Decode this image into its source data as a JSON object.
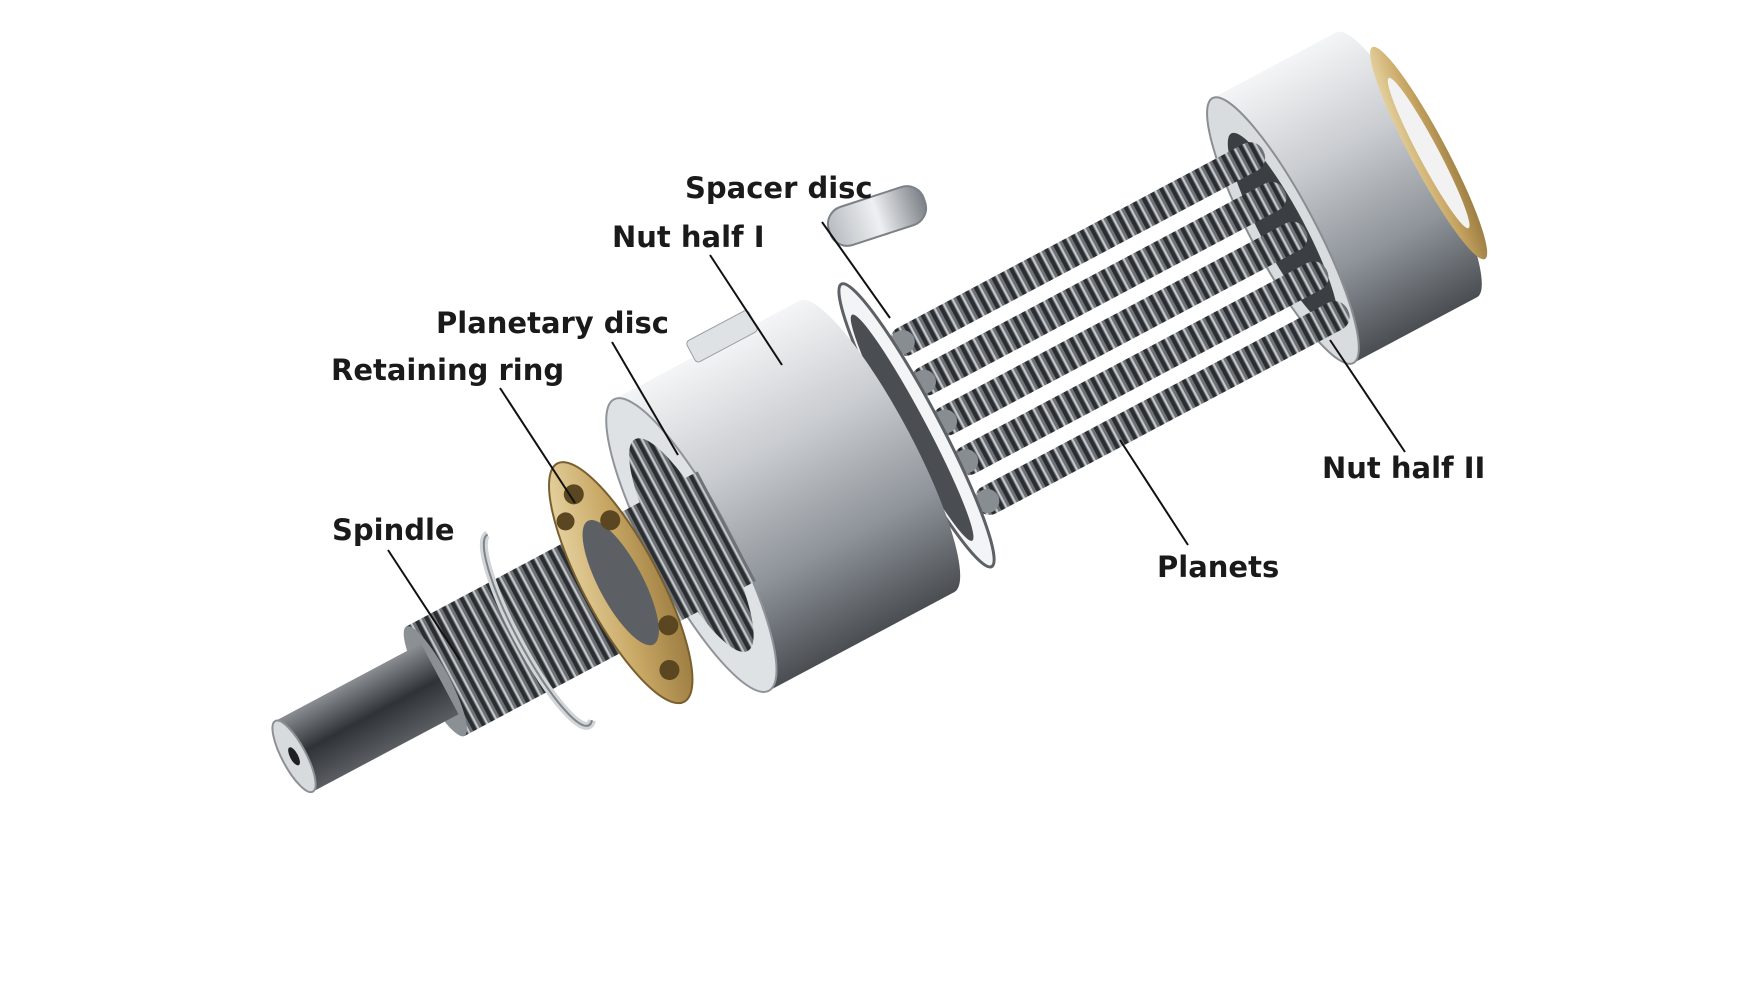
{
  "labels": {
    "spacer_disc": "Spacer disc",
    "nut_half_1": "Nut half I",
    "planetary_disc": "Planetary disc",
    "retaining_ring": "Retaining ring",
    "spindle": "Spindle",
    "planets": "Planets",
    "nut_half_2": "Nut half II"
  },
  "colors": {
    "steel_light": "#e6e8ea",
    "steel_mid": "#a9adb2",
    "steel_dark": "#3e4247",
    "brass": "#c9a865",
    "label_text": "#1a1a1a"
  }
}
